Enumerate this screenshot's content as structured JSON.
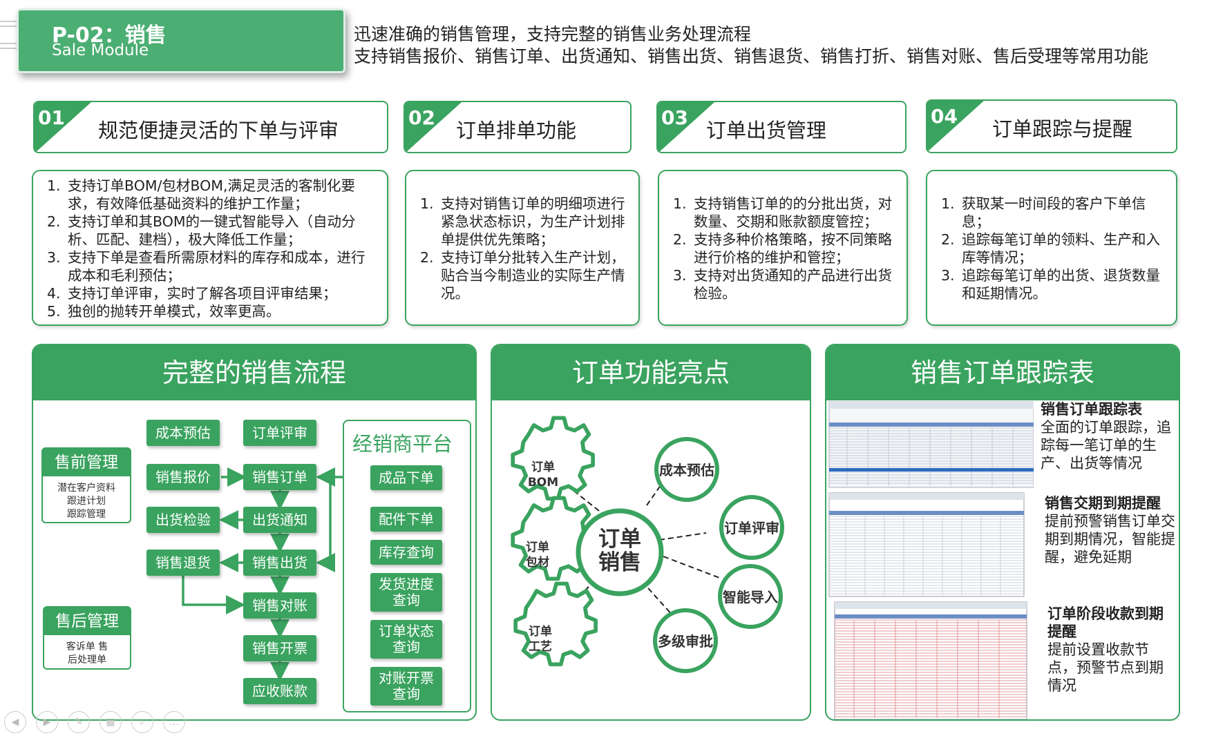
{
  "header": {
    "code": "P-02：销售",
    "en": "Sale Module",
    "desc1": "迅速准确的销售管理，支持完整的销售业务处理流程",
    "desc2": "支持销售报价、销售订单、出货通知、销售出货、销售退货、销售打折、销售对账、售后受理等常用功能"
  },
  "features": [
    {
      "num": "01",
      "title": "规范便捷灵活的下单与评审",
      "items": [
        "支持订单BOM/包材BOM,满足灵活的客制化要求，有效降低基础资料的维护工作量；",
        "支持订单和其BOM的一键式智能导入（自动分析、匹配、建档），极大降低工作量；",
        "支持下单是查看所需原材料的库存和成本，进行成本和毛利预估；",
        "支持订单评审，实时了解各项目评审结果；",
        "独创的抛转开单模式，效率更高。"
      ]
    },
    {
      "num": "02",
      "title": "订单排单功能",
      "items": [
        "支持对销售订单的明细项进行紧急状态标识，为生产计划排单提供优先策略；",
        "支持订单分批转入生产计划，贴合当今制造业的实际生产情况。"
      ]
    },
    {
      "num": "03",
      "title": "订单出货管理",
      "items": [
        "支持销售订单的的分批出货，对数量、交期和账款额度管控；",
        "支持多种价格策略，按不同策略进行价格的维护和管控；",
        "支持对出货通知的产品进行出货检验。"
      ]
    },
    {
      "num": "04",
      "title": "订单跟踪与提醒",
      "items": [
        "获取某一时间段的客户下单信息；",
        "追踪每笔订单的领料、生产和入库等情况；",
        "追踪每笔订单的出货、退货数量和延期情况。"
      ]
    }
  ],
  "flow": {
    "title": "完整的销售流程",
    "presale": {
      "title": "售前管理",
      "lines": [
        "潜在客户资料",
        "跟进计划",
        "跟踪管理"
      ]
    },
    "aftersale": {
      "title": "售后管理",
      "lines": [
        "客诉单 售",
        "后处理单"
      ]
    },
    "boxes": {
      "cost": "成本预估",
      "review": "订单评审",
      "quote": "销售报价",
      "order": "销售订单",
      "inspect": "出货检验",
      "notice": "出货通知",
      "return": "销售退货",
      "ship": "销售出货",
      "reconcile": "销售对账",
      "invoice": "销售开票",
      "receivable": "应收账款"
    },
    "dealer": {
      "title": "经销商平台",
      "items": [
        "成品下单",
        "配件下单",
        "库存查询",
        "发货进度查询",
        "订单状态查询",
        "对账开票查询"
      ]
    }
  },
  "highlights": {
    "title": "订单功能亮点",
    "center": "订单销售",
    "gears": [
      "订单BOM",
      "订单包材",
      "订单工艺"
    ],
    "circles": [
      "成本预估",
      "订单评审",
      "智能导入",
      "多级审批"
    ]
  },
  "tracking": {
    "title": "销售订单跟踪表",
    "blocks": [
      {
        "head": "销售订单跟踪表",
        "body": "全面的订单跟踪，追踪每一笔订单的生产、出货等情况"
      },
      {
        "head": "销售交期到期提醒",
        "body": "提前预警销售订单交期到期情况，智能提醒，避免延期"
      },
      {
        "head": "订单阶段收款到期提醒",
        "body": "提前设置收款节点，预警节点到期情况"
      }
    ]
  },
  "colors": {
    "accent": "#3aa35f",
    "header": "#4bae73"
  }
}
